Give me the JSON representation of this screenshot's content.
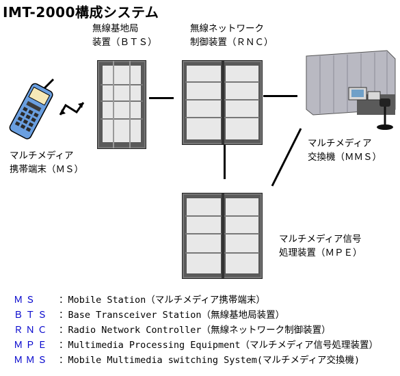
{
  "title": "IMT-2000構成システム",
  "nodes": {
    "bts": {
      "line1": "無線基地局",
      "line2": "装置（ＢＴＳ）"
    },
    "rnc": {
      "line1": "無線ネットワーク",
      "line2": "制御装置（ＲＮＣ）"
    },
    "ms": {
      "line1": "マルチメディア",
      "line2": "携帯端末（ＭＳ）"
    },
    "mms": {
      "line1": "マルチメディア",
      "line2": "交換機（ＭＭＳ）"
    },
    "mpe": {
      "line1": "マルチメディア信号",
      "line2": "処理装置（ＭＰＥ）"
    }
  },
  "legend": [
    {
      "abbr": "ＭＳ",
      "desc": "：Mobile Station（マルチメディア携帯端末）"
    },
    {
      "abbr": "ＢＴＳ",
      "desc": "：Base Transceiver Station（無線基地局装置）"
    },
    {
      "abbr": "ＲＮＣ",
      "desc": "：Radio Network Controller（無線ネットワーク制御装置）"
    },
    {
      "abbr": "ＭＰＥ",
      "desc": "：Multimedia Processing Equipment（マルチメディア信号処理装置）"
    },
    {
      "abbr": "ＭＭＳ",
      "desc": "：Mobile Multimedia switching System(マルチメディア交換機)"
    }
  ]
}
